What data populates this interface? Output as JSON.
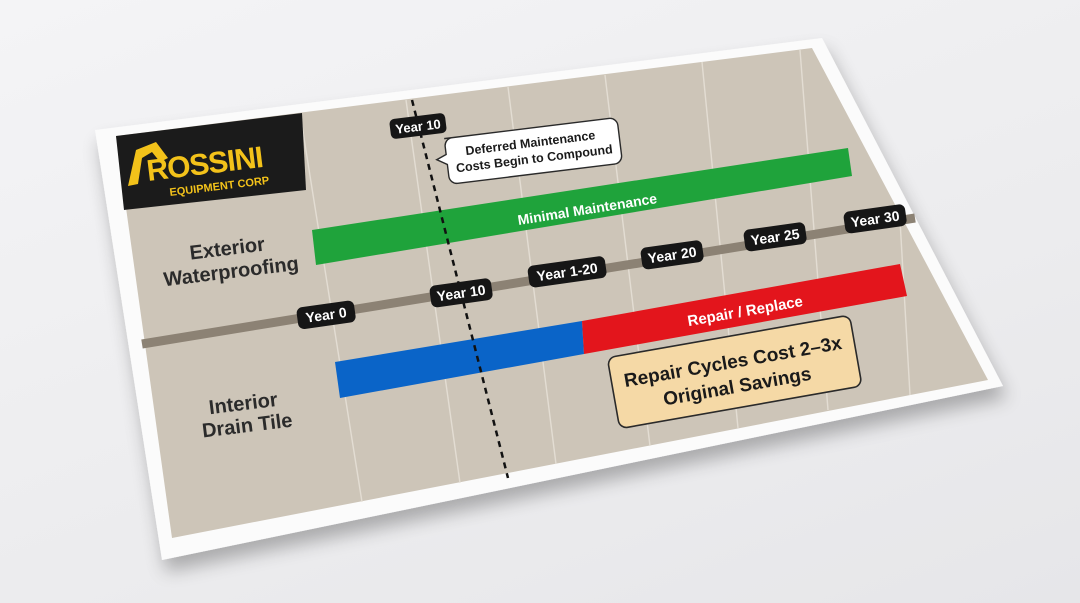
{
  "logo": {
    "name": "ROSSINI",
    "tagline": "EQUIPMENT CORP"
  },
  "rows": {
    "exterior": "Exterior Waterproofing",
    "interior": "Interior Drain Tile"
  },
  "bars": {
    "exterior": "Minimal Maintenance",
    "interior_repair": "Repair / Replace"
  },
  "markers": {
    "top": "Year 10",
    "timeline": [
      "Year 0",
      "Year 10",
      "Year 1-20",
      "Year 20",
      "Year 25",
      "Year 30"
    ]
  },
  "callouts": {
    "deferred": [
      "Deferred Maintenance",
      "Costs Begin to Compound"
    ],
    "repair_cost": [
      "Repair Cycles Cost 2–3x",
      "Original Savings"
    ]
  },
  "colors": {
    "board": "#cdc5b8",
    "green": "#1fa33b",
    "blue": "#0a64c8",
    "red": "#e3151c",
    "logo_yellow": "#f3c21a",
    "logo_bg": "#1b1b1b",
    "callout_fill": "#f5d9a6",
    "timeline": "#8c8274"
  }
}
